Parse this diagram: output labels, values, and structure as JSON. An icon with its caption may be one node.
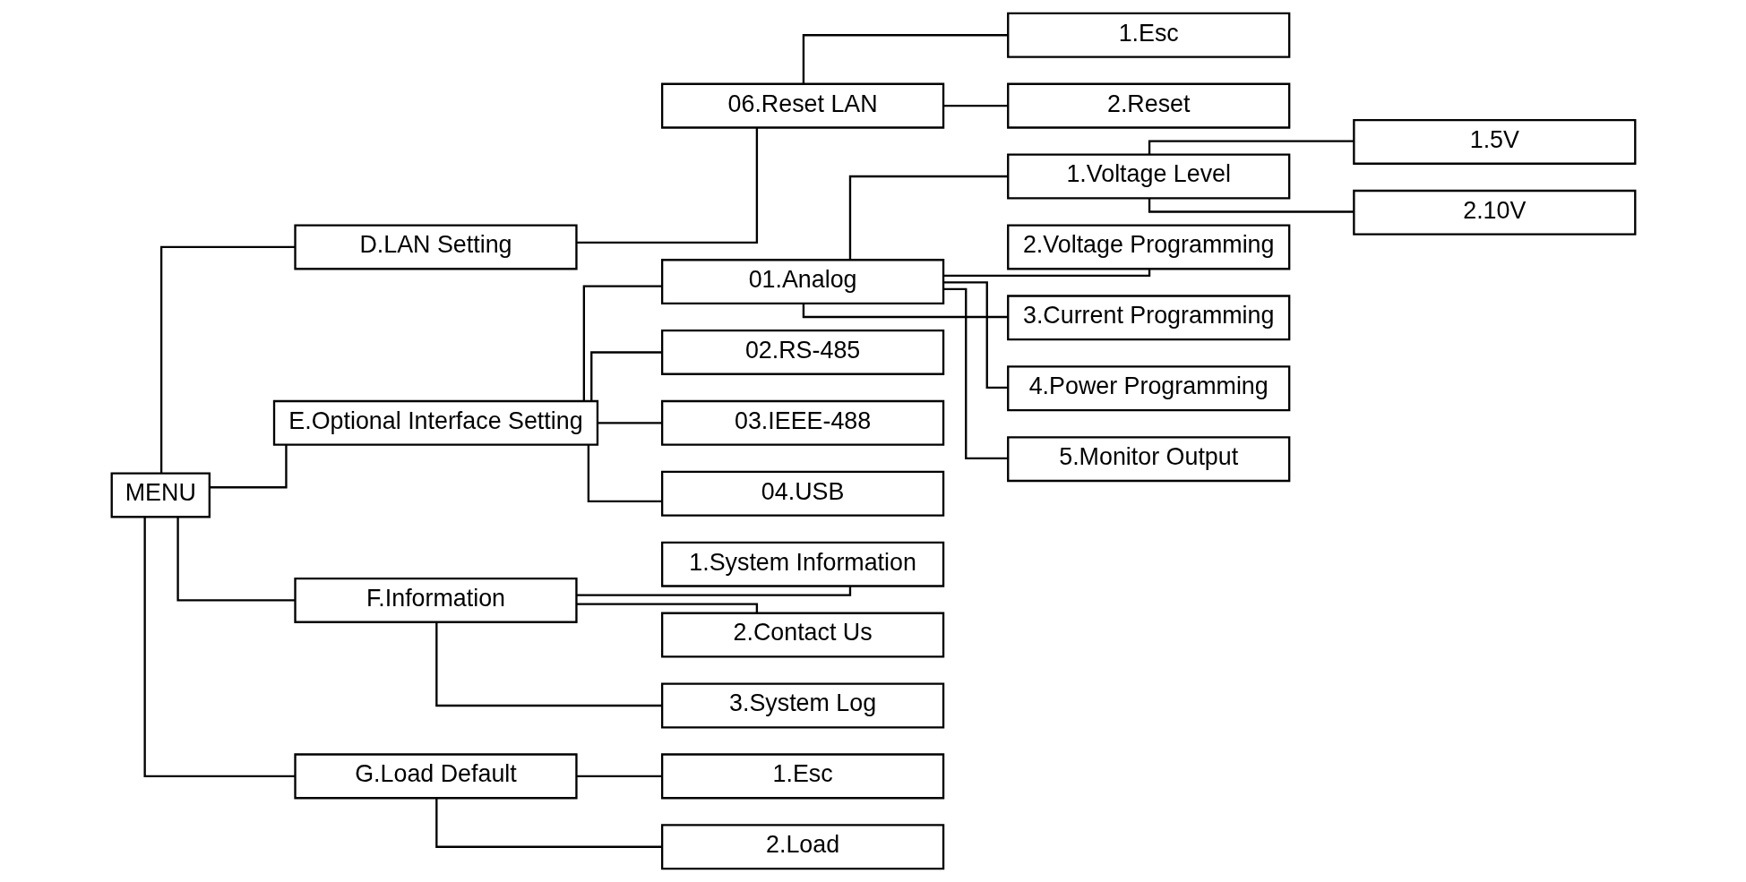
{
  "diagram": {
    "nodes": [
      {
        "text": [
          "MENU"
        ]
      },
      {
        "text": [
          "D.LAN Setting"
        ]
      },
      {
        "text": [
          "06.Reset LAN"
        ]
      },
      {
        "text": [
          "1.Esc"
        ]
      },
      {
        "text": [
          "2.Reset"
        ]
      },
      {
        "text": [
          "E.Optional Interface Setting"
        ]
      },
      {
        "text": [
          "01.Analog"
        ]
      },
      {
        "text": [
          "1.Voltage Level"
        ]
      },
      {
        "text": [
          "1.5V"
        ]
      },
      {
        "text": [
          "2.10V"
        ]
      },
      {
        "text": [
          "2.Voltage Programming"
        ]
      },
      {
        "text": [
          "3.Current Programming"
        ]
      },
      {
        "text": [
          "4.Power Programming"
        ]
      },
      {
        "text": [
          "5.Monitor Output"
        ]
      },
      {
        "text": [
          "02.RS-485"
        ]
      },
      {
        "text": [
          "03.IEEE-488"
        ]
      },
      {
        "text": [
          "04.USB"
        ]
      },
      {
        "text": [
          "F.Information"
        ]
      },
      {
        "text": [
          "1.System Information"
        ]
      },
      {
        "text": [
          "2.Contact Us"
        ]
      },
      {
        "text": [
          "3.System Log"
        ]
      },
      {
        "text": [
          "G.Load Default"
        ]
      },
      {
        "text": [
          "1.Esc"
        ]
      },
      {
        "text": [
          "2.Load"
        ]
      }
    ],
    "edges": [
      {
        "from": 0,
        "to": 1,
        "arrow": "none"
      },
      {
        "from": 1,
        "to": 2,
        "arrow": "none"
      },
      {
        "from": 2,
        "to": 3,
        "arrow": "none"
      },
      {
        "from": 2,
        "to": 4,
        "arrow": "none"
      },
      {
        "from": 0,
        "to": 5,
        "arrow": "none"
      },
      {
        "from": 5,
        "to": 6,
        "arrow": "none"
      },
      {
        "from": 6,
        "to": 7,
        "arrow": "none"
      },
      {
        "from": 7,
        "to": 8,
        "arrow": "none"
      },
      {
        "from": 7,
        "to": 9,
        "arrow": "none"
      },
      {
        "from": 6,
        "to": 10,
        "arrow": "none"
      },
      {
        "from": 6,
        "to": 11,
        "arrow": "none"
      },
      {
        "from": 6,
        "to": 12,
        "arrow": "none"
      },
      {
        "from": 6,
        "to": 13,
        "arrow": "none"
      },
      {
        "from": 5,
        "to": 14,
        "arrow": "none"
      },
      {
        "from": 5,
        "to": 15,
        "arrow": "none"
      },
      {
        "from": 5,
        "to": 16,
        "arrow": "none"
      },
      {
        "from": 0,
        "to": 17,
        "arrow": "none"
      },
      {
        "from": 17,
        "to": 18,
        "arrow": "none"
      },
      {
        "from": 17,
        "to": 19,
        "arrow": "none"
      },
      {
        "from": 17,
        "to": 20,
        "arrow": "none"
      },
      {
        "from": 0,
        "to": 21,
        "arrow": "none"
      },
      {
        "from": 21,
        "to": 22,
        "arrow": "none"
      },
      {
        "from": 21,
        "to": 23,
        "arrow": "none"
      }
    ]
  }
}
